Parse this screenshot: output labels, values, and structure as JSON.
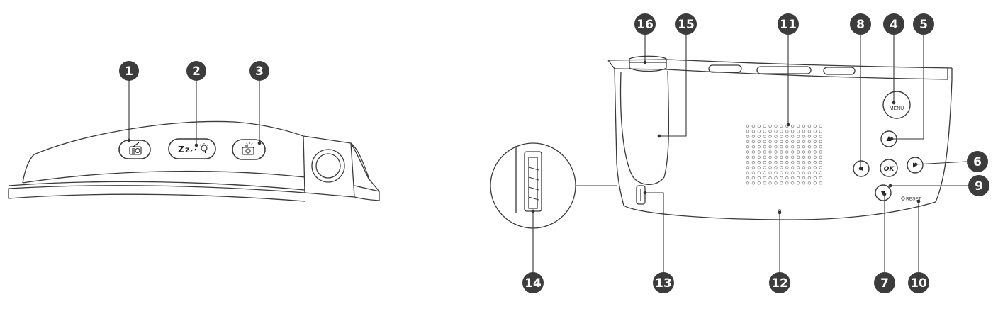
{
  "colors": {
    "outline": "#3a3a3a",
    "badge_fill": "#3c3c3c",
    "badge_text": "#ffffff",
    "leader": "#333333",
    "speaker_dot": "#8a8a8a"
  },
  "device_labels": {
    "menu": "MENU",
    "ok": "OK",
    "reset": "RESET",
    "sleep": "Zzz"
  },
  "callouts": [
    "1",
    "2",
    "3",
    "4",
    "5",
    "6",
    "7",
    "8",
    "9",
    "10",
    "11",
    "12",
    "13",
    "14",
    "15",
    "16"
  ],
  "icons": {
    "radio_button": "radio-icon",
    "sleep_light_button": "sleep-light-icon",
    "camera_button": "camera-flash-icon",
    "up": "up-arrow-icon",
    "down": "down-arrow-icon",
    "left": "left-arrow-icon",
    "right": "right-arrow-icon"
  }
}
